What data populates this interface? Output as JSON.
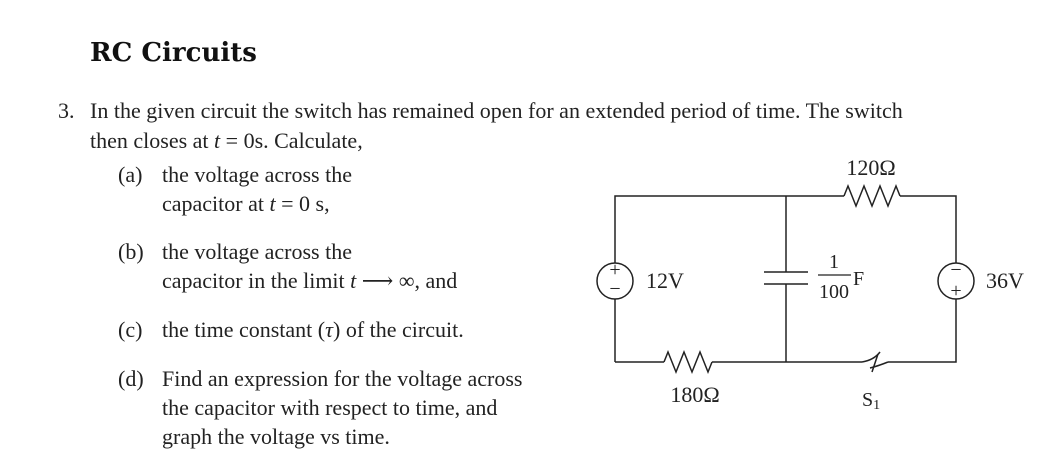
{
  "heading": "RC Circuits",
  "problem": {
    "number": "3.",
    "line1": "In the given circuit the switch has remained open for an extended period of time. The switch",
    "line2_pre": "then closes at ",
    "line2_var": "t",
    "line2_post": " = 0s. Calculate,"
  },
  "parts": [
    {
      "label": "(a)",
      "line1": "the voltage across the",
      "line2_pre": "capacitor at ",
      "line2_var": "t",
      "line2_post": " = 0 s,"
    },
    {
      "label": "(b)",
      "line1": "the voltage across the",
      "line2_pre": "capacitor in the limit ",
      "line2_var": "t",
      "line2_post": " ⟶ ∞, and"
    },
    {
      "label": "(c)",
      "line1_pre": "the time constant (",
      "line1_var": "τ",
      "line1_post": ") of the circuit."
    },
    {
      "label": "(d)",
      "line1": "Find an expression for the voltage across",
      "line2": "the capacitor with respect to time, and",
      "line3": "graph the voltage vs time."
    }
  ],
  "circuit": {
    "resistor_top": "120Ω",
    "resistor_bottom": "180Ω",
    "source_left": "12V",
    "source_right": "36V",
    "capacitor_num": "1",
    "capacitor_den": "100",
    "capacitor_unit": "F",
    "switch_label": "S",
    "switch_sub": "1",
    "plus": "+",
    "minus": "−"
  }
}
